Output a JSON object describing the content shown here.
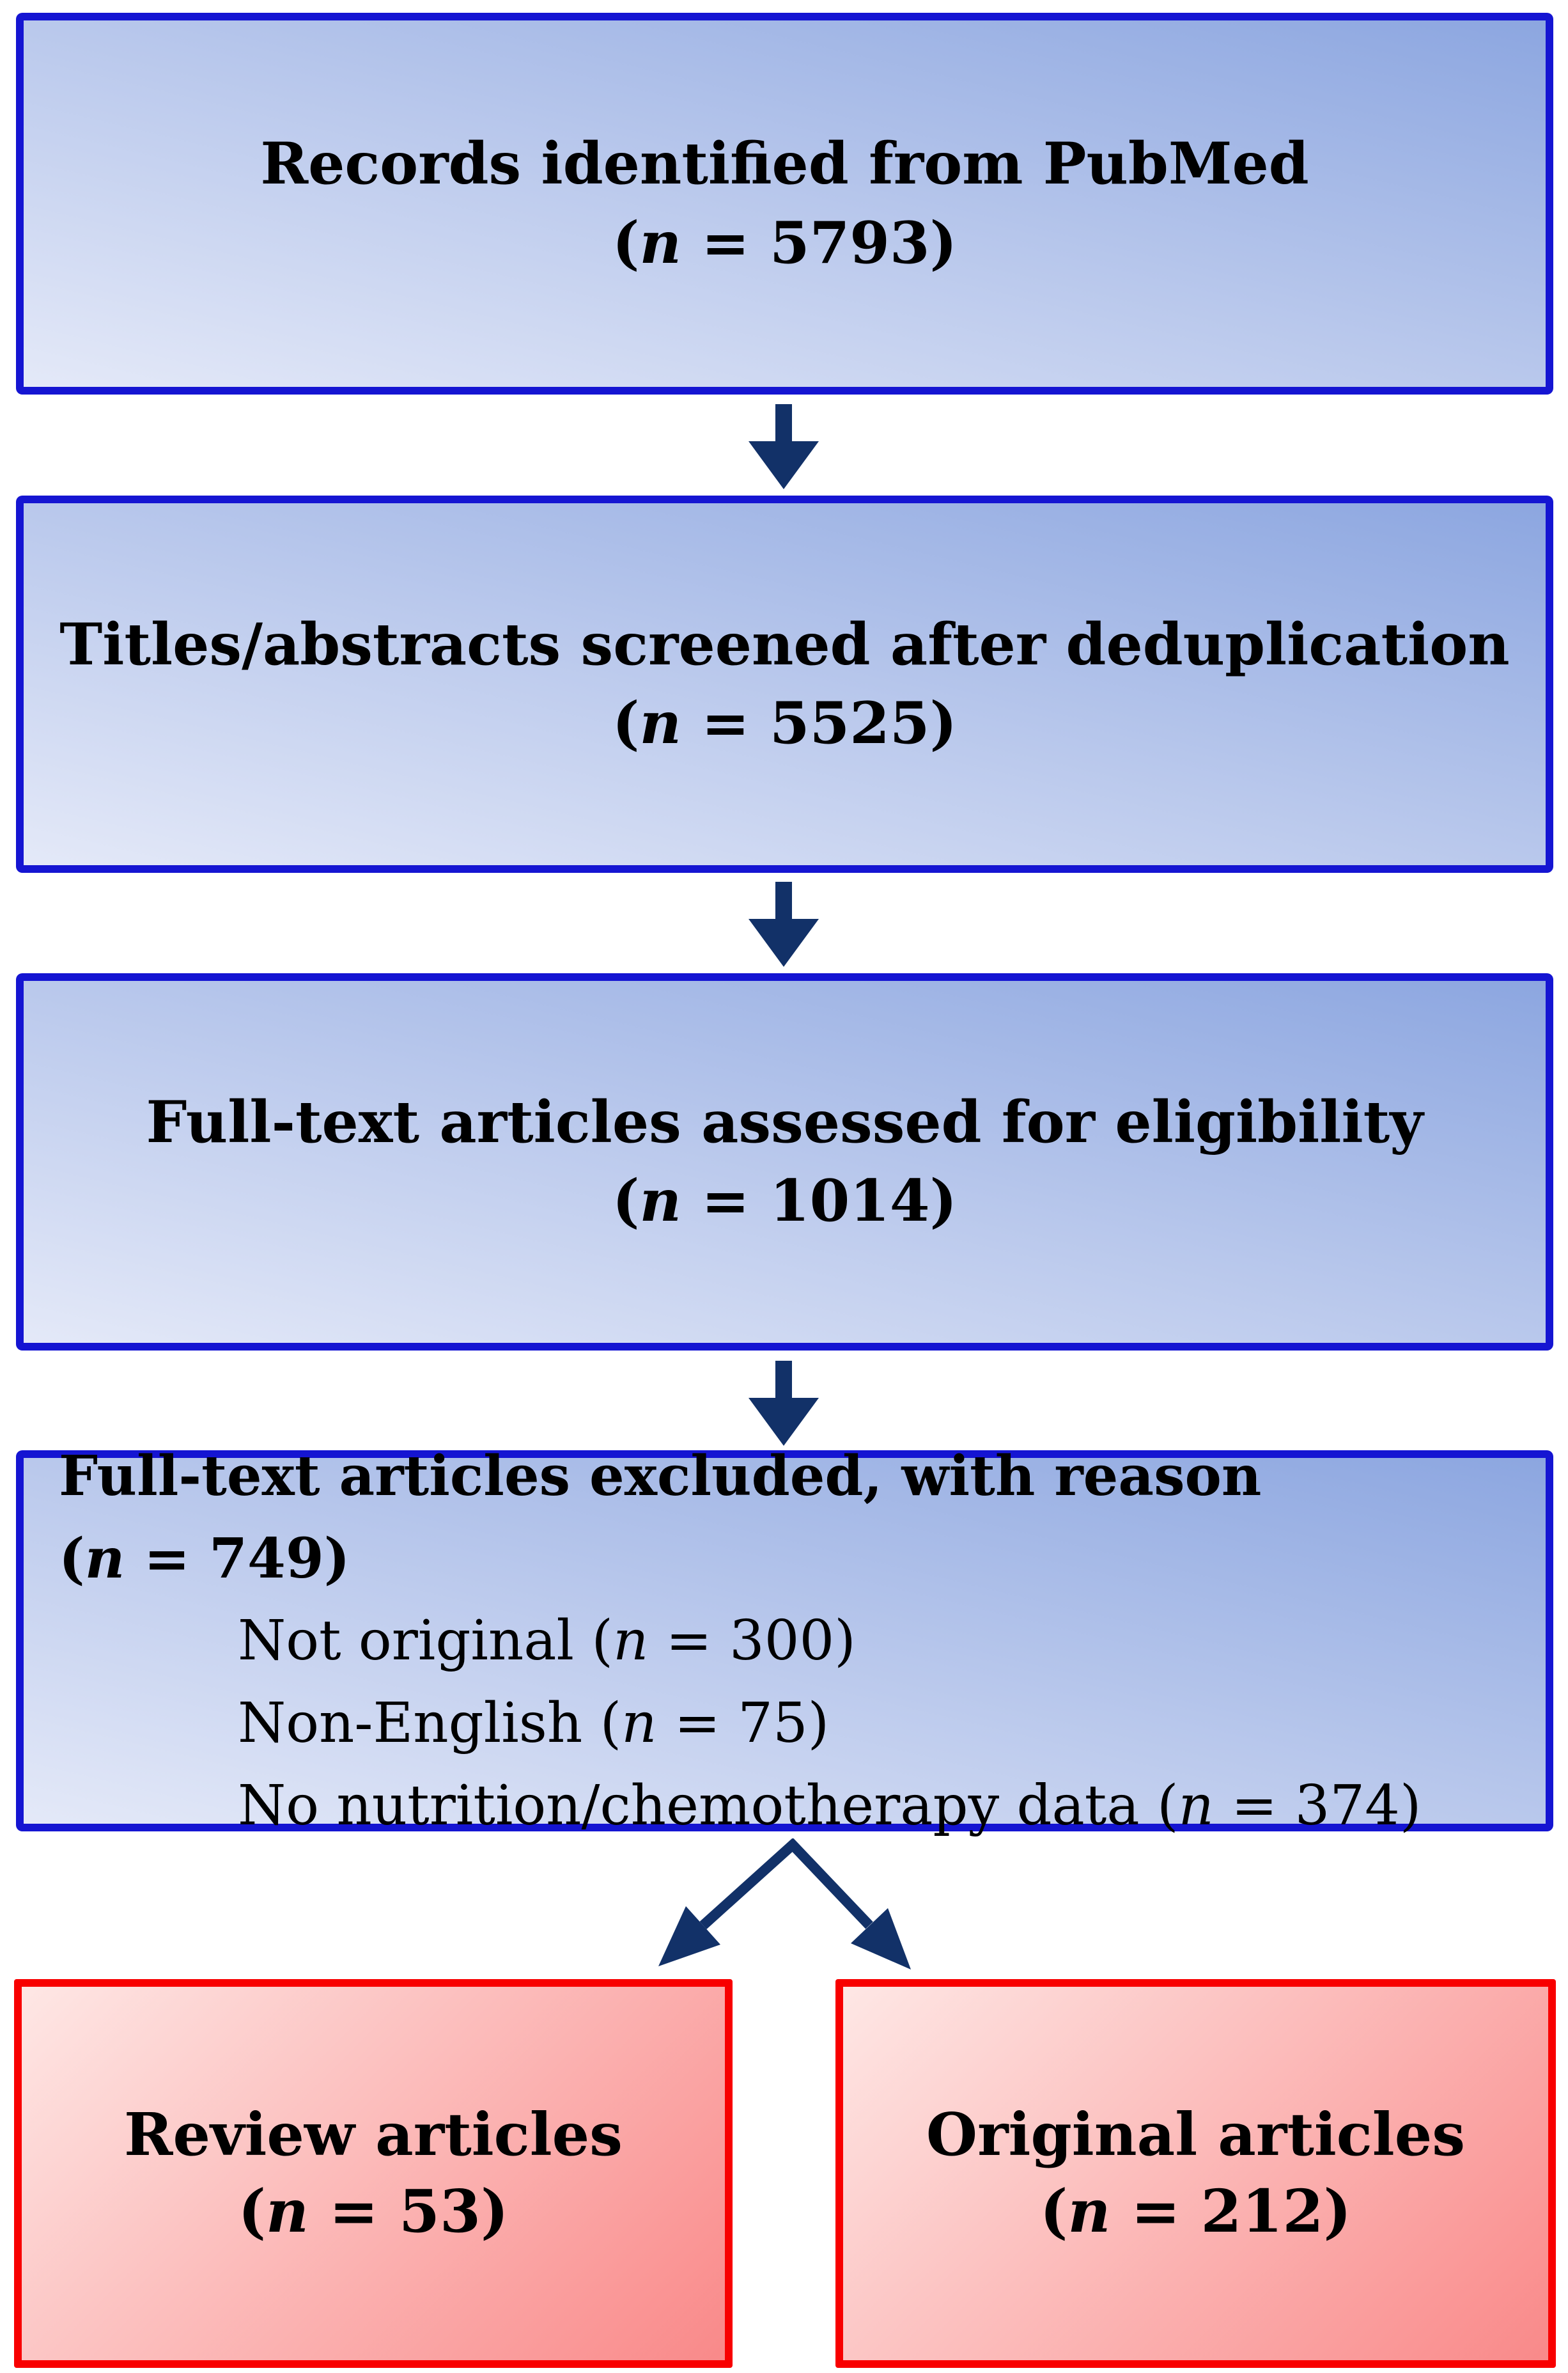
{
  "colors": {
    "box_border_blue": "#1515d2",
    "box_fill_light": "#e4e9f8",
    "box_fill_mid": "#b9c8ec",
    "box_fill_dark": "#8ca6e0",
    "arrow_navy": "#123168",
    "result_border_red": "#f80000",
    "result_fill_light": "#fee7e5",
    "result_fill_dark": "#f98989",
    "text_color": "#000000"
  },
  "flow": {
    "step1": {
      "label": "Records identified from PubMed",
      "n": {
        "open": "(",
        "var": "n",
        "rest": " = 5793)"
      }
    },
    "step2": {
      "label": "Titles/abstracts screened after deduplication",
      "n": {
        "open": "(",
        "var": "n",
        "rest": " = 5525)"
      }
    },
    "step3": {
      "label": "Full-text articles assessed for eligibility",
      "n": {
        "open": "(",
        "var": "n",
        "rest": " = 1014)"
      }
    },
    "excluded": {
      "header": "Full-text articles excluded, with reason ",
      "header_n": {
        "open": "(",
        "var": "n",
        "rest": " = 749)"
      },
      "reasons": [
        {
          "label": "Not original ",
          "n": {
            "open": "(",
            "var": "n",
            "rest": " = 300)"
          }
        },
        {
          "label": "Non-English ",
          "n": {
            "open": "(",
            "var": "n",
            "rest": " = 75)"
          }
        },
        {
          "label": "No nutrition/chemotherapy data ",
          "n": {
            "open": "(",
            "var": "n",
            "rest": " = 374)"
          }
        }
      ]
    },
    "results": [
      {
        "label": "Review articles",
        "n": {
          "open": "(",
          "var": "n",
          "rest": " = 53)"
        }
      },
      {
        "label": "Original articles",
        "n": {
          "open": "(",
          "var": "n",
          "rest": " = 212)"
        }
      }
    ]
  }
}
